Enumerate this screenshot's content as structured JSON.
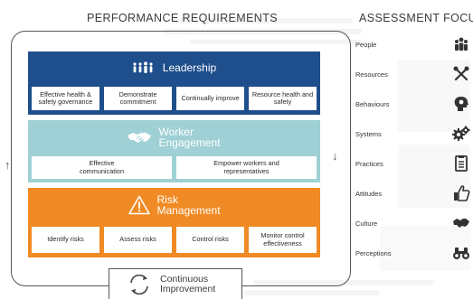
{
  "headings": {
    "performance": "PERFORMANCE REQUIREMENTS",
    "focus": "ASSESSMENT FOCUS"
  },
  "bands": [
    {
      "title": "Leadership",
      "icon": "group-of-people-icon",
      "color": "#1f4e8c",
      "items": [
        "Effective health & safety governance",
        "Demonstrate commitment",
        "Continually improve",
        "Resource health and safety"
      ]
    },
    {
      "title": "Worker Engagement",
      "icon": "handshake-icon",
      "color": "#9fd0d5",
      "items": [
        "Effective communication",
        "Empower workers and representatives"
      ]
    },
    {
      "title": "Risk Management",
      "icon": "warning-triangle-icon",
      "color": "#f08a24",
      "items": [
        "Identify risks",
        "Assess risks",
        "Control risks",
        "Monitor control effectiveness"
      ]
    }
  ],
  "continuous": {
    "label": "Continuous Improvement",
    "icon": "refresh-cycle-icon"
  },
  "focus": [
    {
      "label": "People",
      "icon": "people-icon"
    },
    {
      "label": "Resources",
      "icon": "tools-icon"
    },
    {
      "label": "Behaviours",
      "icon": "head-profile-icon"
    },
    {
      "label": "Systems",
      "icon": "gears-icon"
    },
    {
      "label": "Practices",
      "icon": "checklist-icon"
    },
    {
      "label": "Attitudes",
      "icon": "thumbs-up-icon"
    },
    {
      "label": "Culture",
      "icon": "handshake-icon"
    },
    {
      "label": "Perceptions",
      "icon": "binoculars-icon"
    }
  ]
}
